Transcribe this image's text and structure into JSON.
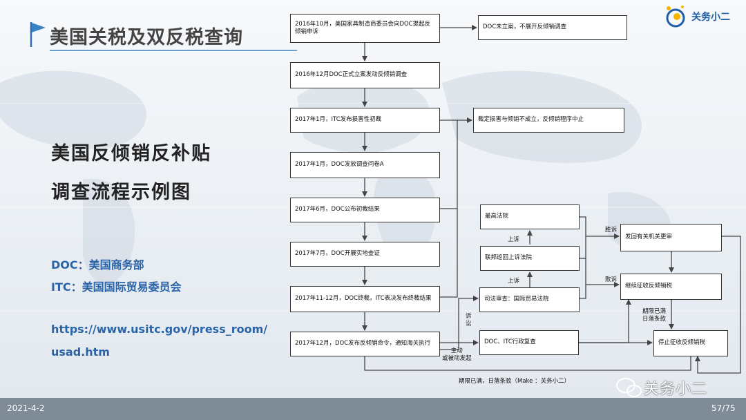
{
  "header": {
    "title": "美国关税及双反税查询",
    "logo_text": "关务小二"
  },
  "left": {
    "subtitle_line1": "美国反倾销反补贴",
    "subtitle_line2": "调查流程示例图",
    "abbr_doc": "DOC：美国商务部",
    "abbr_itc": "ITC：美国国际贸易委员会",
    "url": "https://www.usitc.gov/press_room/usad.htm"
  },
  "flowchart": {
    "steps": [
      "2016年10月，美国家具制造商委员会向DOC提起反倾销申诉",
      "2016年12月DOC正式立案发动反倾销调查",
      "2017年1月，ITC发布损害性初裁",
      "2017年1月，DOC发放调查问卷A",
      "2017年6月，DOC公布初裁结果",
      "2017年7月，DOC开展实地查证",
      "2017年11-12月，DOC终裁，ITC表决发布终裁结果",
      "2017年12月，DOC发布反倾销命令，通知海关执行"
    ],
    "side": {
      "no_case": "DOC未立案，不展开反倾销调查",
      "terminate": "裁定损害与倾销不成立，反倾销程序中止",
      "supreme_court": "最高法院",
      "federal_circuit": "联邦巡回上诉法院",
      "judicial_review": "司法审查：国际贸易法院",
      "admin_review": "DOC、ITC行政复查",
      "remand": "发回有关机关更审",
      "continue_duty": "继续征收反倾销税",
      "stop_duty": "停止征收反倾销税"
    },
    "labels": {
      "appeal1": "上诉",
      "appeal2": "上诉",
      "win": "胜诉",
      "lose": "败诉",
      "litigation": "诉讼",
      "active_passive": "主动\n或被动发起",
      "expiry": "期限已满\n日落条款",
      "bottom_expiry": "期限已满，日落条款（Make ：关务小二）"
    }
  },
  "footer": {
    "date": "2021-4-2",
    "page": "57/75",
    "wechat": "关务小二"
  },
  "colors": {
    "accent": "#2a64a8",
    "title_line": "#6aa0cf",
    "footer": "#7f8b97"
  }
}
